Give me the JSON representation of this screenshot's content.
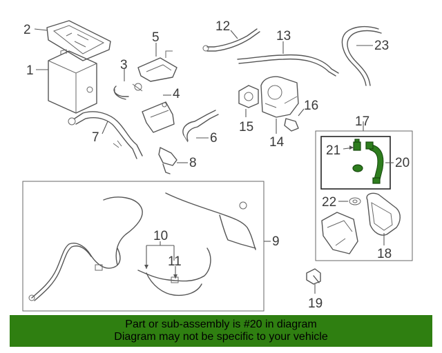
{
  "diagram": {
    "labels": {
      "p1": "1",
      "p2": "2",
      "p3": "3",
      "p4": "4",
      "p5": "5",
      "p6": "6",
      "p7": "7",
      "p8": "8",
      "p9": "9",
      "p10": "10",
      "p11": "11",
      "p12": "12",
      "p13": "13",
      "p14": "14",
      "p15": "15",
      "p16": "16",
      "p17": "17",
      "p18": "18",
      "p19": "19",
      "p20": "20",
      "p21": "21",
      "p22": "22",
      "p23": "23"
    },
    "highlight_color": "#2e7d1e"
  },
  "footer": {
    "line1": "Part or sub-assembly is #20 in diagram",
    "line2": "Diagram may not be specific to your vehicle",
    "background": "#2f7f11"
  }
}
